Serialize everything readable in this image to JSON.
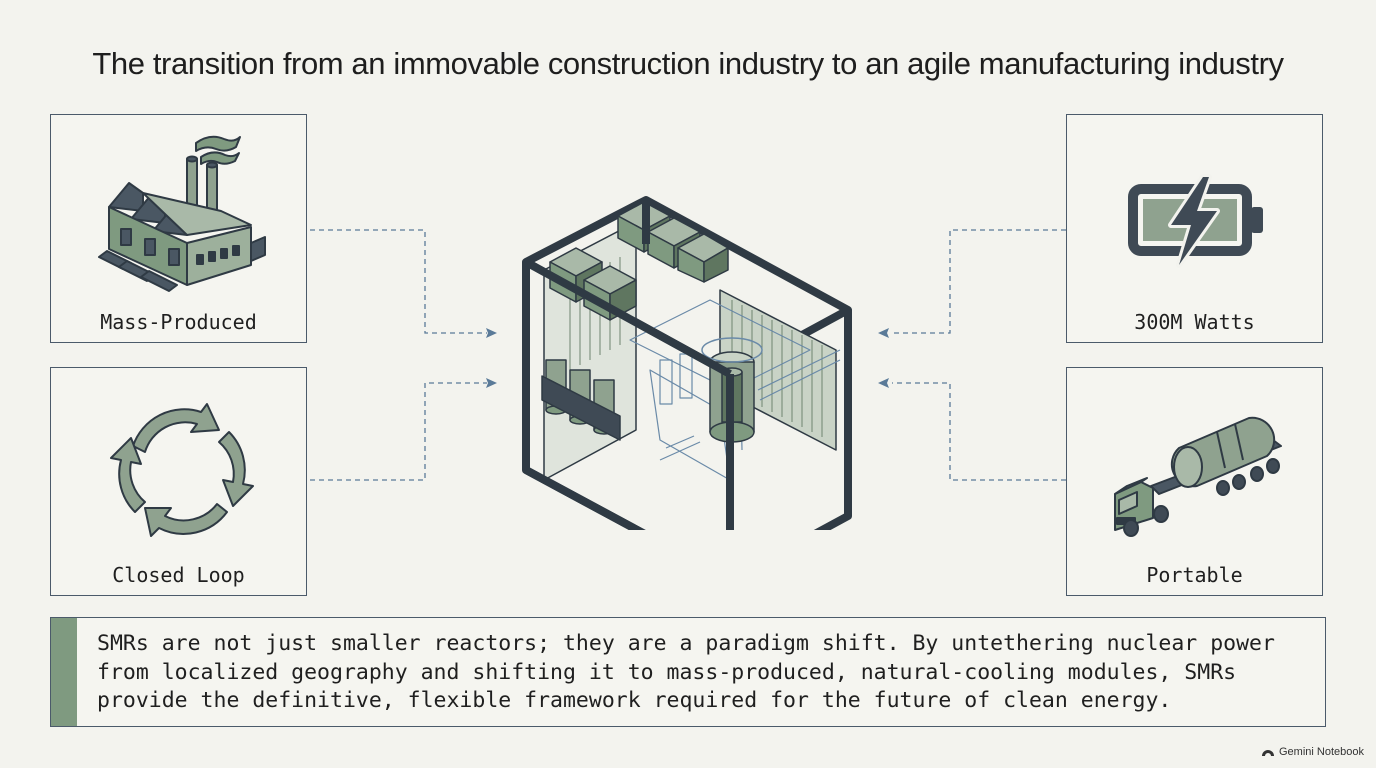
{
  "title": "The transition from an immovable construction industry to an agile manufacturing industry",
  "cards": {
    "mass_produced": {
      "label": "Mass-Produced",
      "icon": "factory-icon"
    },
    "closed_loop": {
      "label": "Closed Loop",
      "icon": "recycle-arrows-icon"
    },
    "watts": {
      "label": "300M Watts",
      "icon": "battery-bolt-icon"
    },
    "portable": {
      "label": "Portable",
      "icon": "tanker-truck-icon"
    }
  },
  "center": {
    "icon": "reactor-module-icon"
  },
  "summary": {
    "text": "SMRs are not just smaller reactors; they are a paradigm shift. By untethering nuclear power from localized geography and shifting it to mass-produced, natural-cooling modules, SMRs provide the definitive, flexible framework required for the future of clean energy."
  },
  "watermark": {
    "text": "Gemini Notebook",
    "icon": "gemini-logo-icon"
  },
  "colors": {
    "background": "#f3f3ee",
    "outline": "#4b5a6a",
    "accent_green": "#7f9a80",
    "dark_slate": "#3f4a55",
    "connector_blue": "#5a7a98"
  }
}
